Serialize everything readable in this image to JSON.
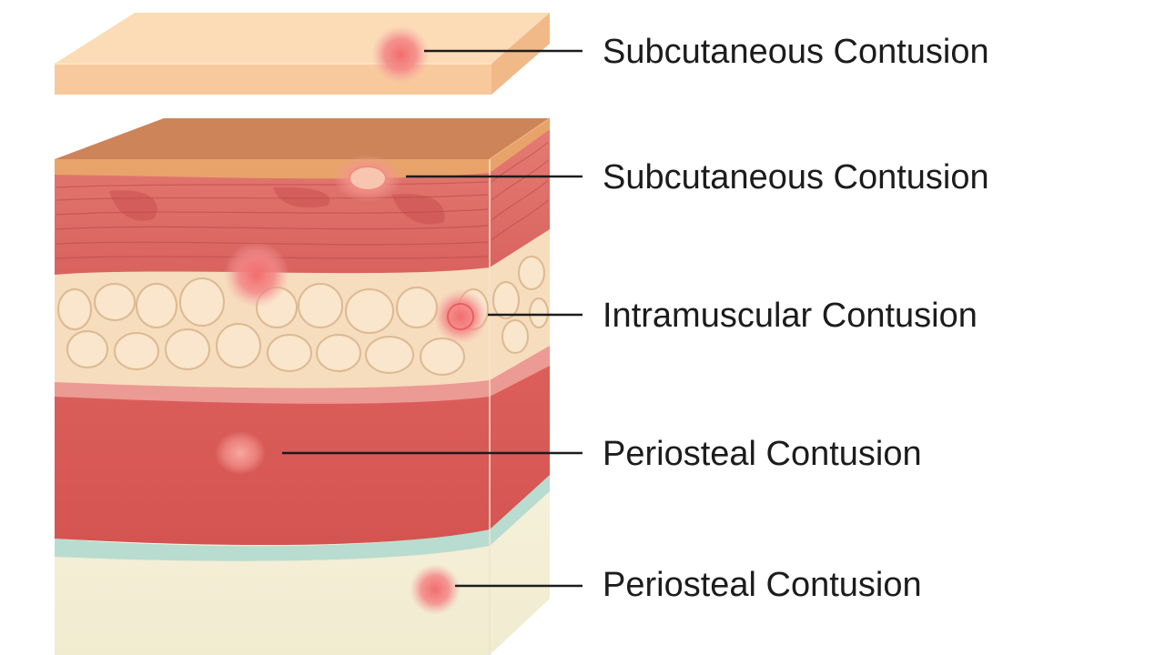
{
  "labels": [
    "Subcutaneous Contusion",
    "Subcutaneous Contusion",
    "Intramuscular Contusion",
    "Periosteal Contusion",
    "Periosteal Contusion"
  ],
  "colors": {
    "skin_top": "#fbd9b0",
    "skin_front": "#f8c79a",
    "epidermis_top": "#cf8459",
    "fat_front": "#e9a86c",
    "muscle": "#df6e69",
    "muscle_dark": "#c8504e",
    "fat_cells": "#f6dec0",
    "cell_outline": "#e2bf98",
    "deep_muscle": "#d9605d",
    "fascia": "#b9ddd2",
    "bone": "#f3eed6",
    "bruise": "#f07b7b",
    "leader_line": "#1c1c1c",
    "label_text": "#1c1c1c"
  }
}
